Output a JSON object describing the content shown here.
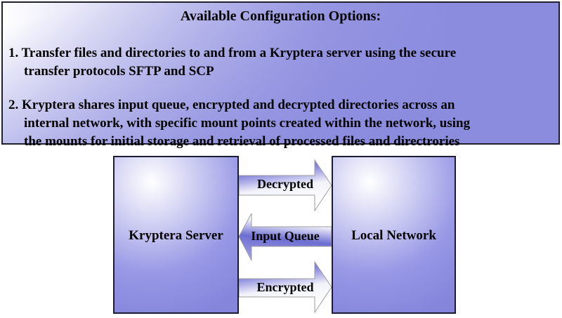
{
  "header": {
    "title": "Available Configuration Options:",
    "items": [
      {
        "lines": [
          "1. Transfer files and directories to and from a Kryptera server using the secure",
          "transfer protocols SFTP and SCP"
        ]
      },
      {
        "lines": [
          "2. Kryptera shares input queue, encrypted and decrypted directories across an",
          "internal network, with specific mount points created within the network, using",
          "the mounts for initial storage and retrieval of processed files and directrories"
        ]
      }
    ]
  },
  "diagram": {
    "left_box": {
      "label": "Kryptera Server"
    },
    "right_box": {
      "label": "Local Network"
    },
    "arrows": [
      {
        "label": "Decrypted",
        "direction": "right",
        "from": "Kryptera Server",
        "to": "Local Network"
      },
      {
        "label": "Input Queue",
        "direction": "left",
        "from": "Local Network",
        "to": "Kryptera Server"
      },
      {
        "label": "Encrypted",
        "direction": "right",
        "from": "Kryptera Server",
        "to": "Local Network"
      }
    ]
  },
  "colors": {
    "panel_purple": "#8c8cdf",
    "box_purple": "#8a8ade",
    "box_border": "#1b1b33",
    "arrow_purple": "#6e6ed2",
    "arrow_outline": "#9e9e9e",
    "text": "#000000",
    "background": "#ffffff"
  }
}
